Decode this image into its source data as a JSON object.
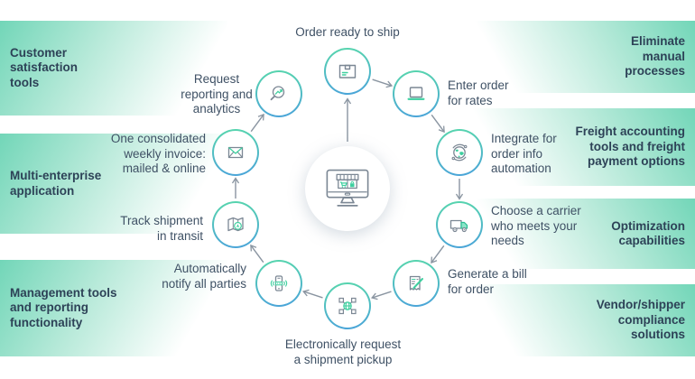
{
  "diagram": {
    "center": {
      "icon": "storefront-monitor-icon"
    },
    "nodes": [
      {
        "id": "order-ready-to-ship",
        "icon": "package-box-icon",
        "label": "Order ready to ship"
      },
      {
        "id": "enter-order-for-rates",
        "icon": "laptop-icon",
        "label": "Enter order\nfor rates"
      },
      {
        "id": "integrate-order-info",
        "icon": "globe-sync-icon",
        "label": "Integrate for\norder info\nautomation"
      },
      {
        "id": "choose-carrier",
        "icon": "truck-icon",
        "label": "Choose a carrier\nwho meets your\nneeds"
      },
      {
        "id": "generate-bill",
        "icon": "invoice-pencil-icon",
        "label": "Generate a bill\nfor order"
      },
      {
        "id": "request-pickup",
        "icon": "network-hub-icon",
        "label": "Electronically request\na shipment pickup"
      },
      {
        "id": "notify-parties",
        "icon": "phone-alert-icon",
        "label": "Automatically\nnotify all parties"
      },
      {
        "id": "track-shipment",
        "icon": "map-tracking-icon",
        "label": "Track shipment\nin transit"
      },
      {
        "id": "weekly-invoice",
        "icon": "envelope-icon",
        "label": "One consolidated\nweekly invoice:\nmailed & online"
      },
      {
        "id": "reporting-analytics",
        "icon": "magnifier-analytics-icon",
        "label": "Request\nreporting and\nanalytics"
      }
    ]
  },
  "left_panels": [
    {
      "label": "Customer\nsatisfaction\ntools"
    },
    {
      "label": "Multi-enterprise\napplication"
    },
    {
      "label": "Management tools\nand reporting\nfunctionality"
    }
  ],
  "right_panels": [
    {
      "label": "Eliminate\nmanual\nprocesses"
    },
    {
      "label": "Freight accounting\ntools and freight\npayment options"
    },
    {
      "label": "Optimization\ncapabilities"
    },
    {
      "label": "Vendor/shipper\ncompliance\nsolutions"
    }
  ],
  "colors": {
    "accent_green": "#3ecf9f",
    "accent_blue": "#4aa3da",
    "panel_green": "#72d6b8",
    "arrow_gray": "#8a95a1",
    "icon_gray": "#7b8794",
    "text_dark": "#2d4257"
  }
}
